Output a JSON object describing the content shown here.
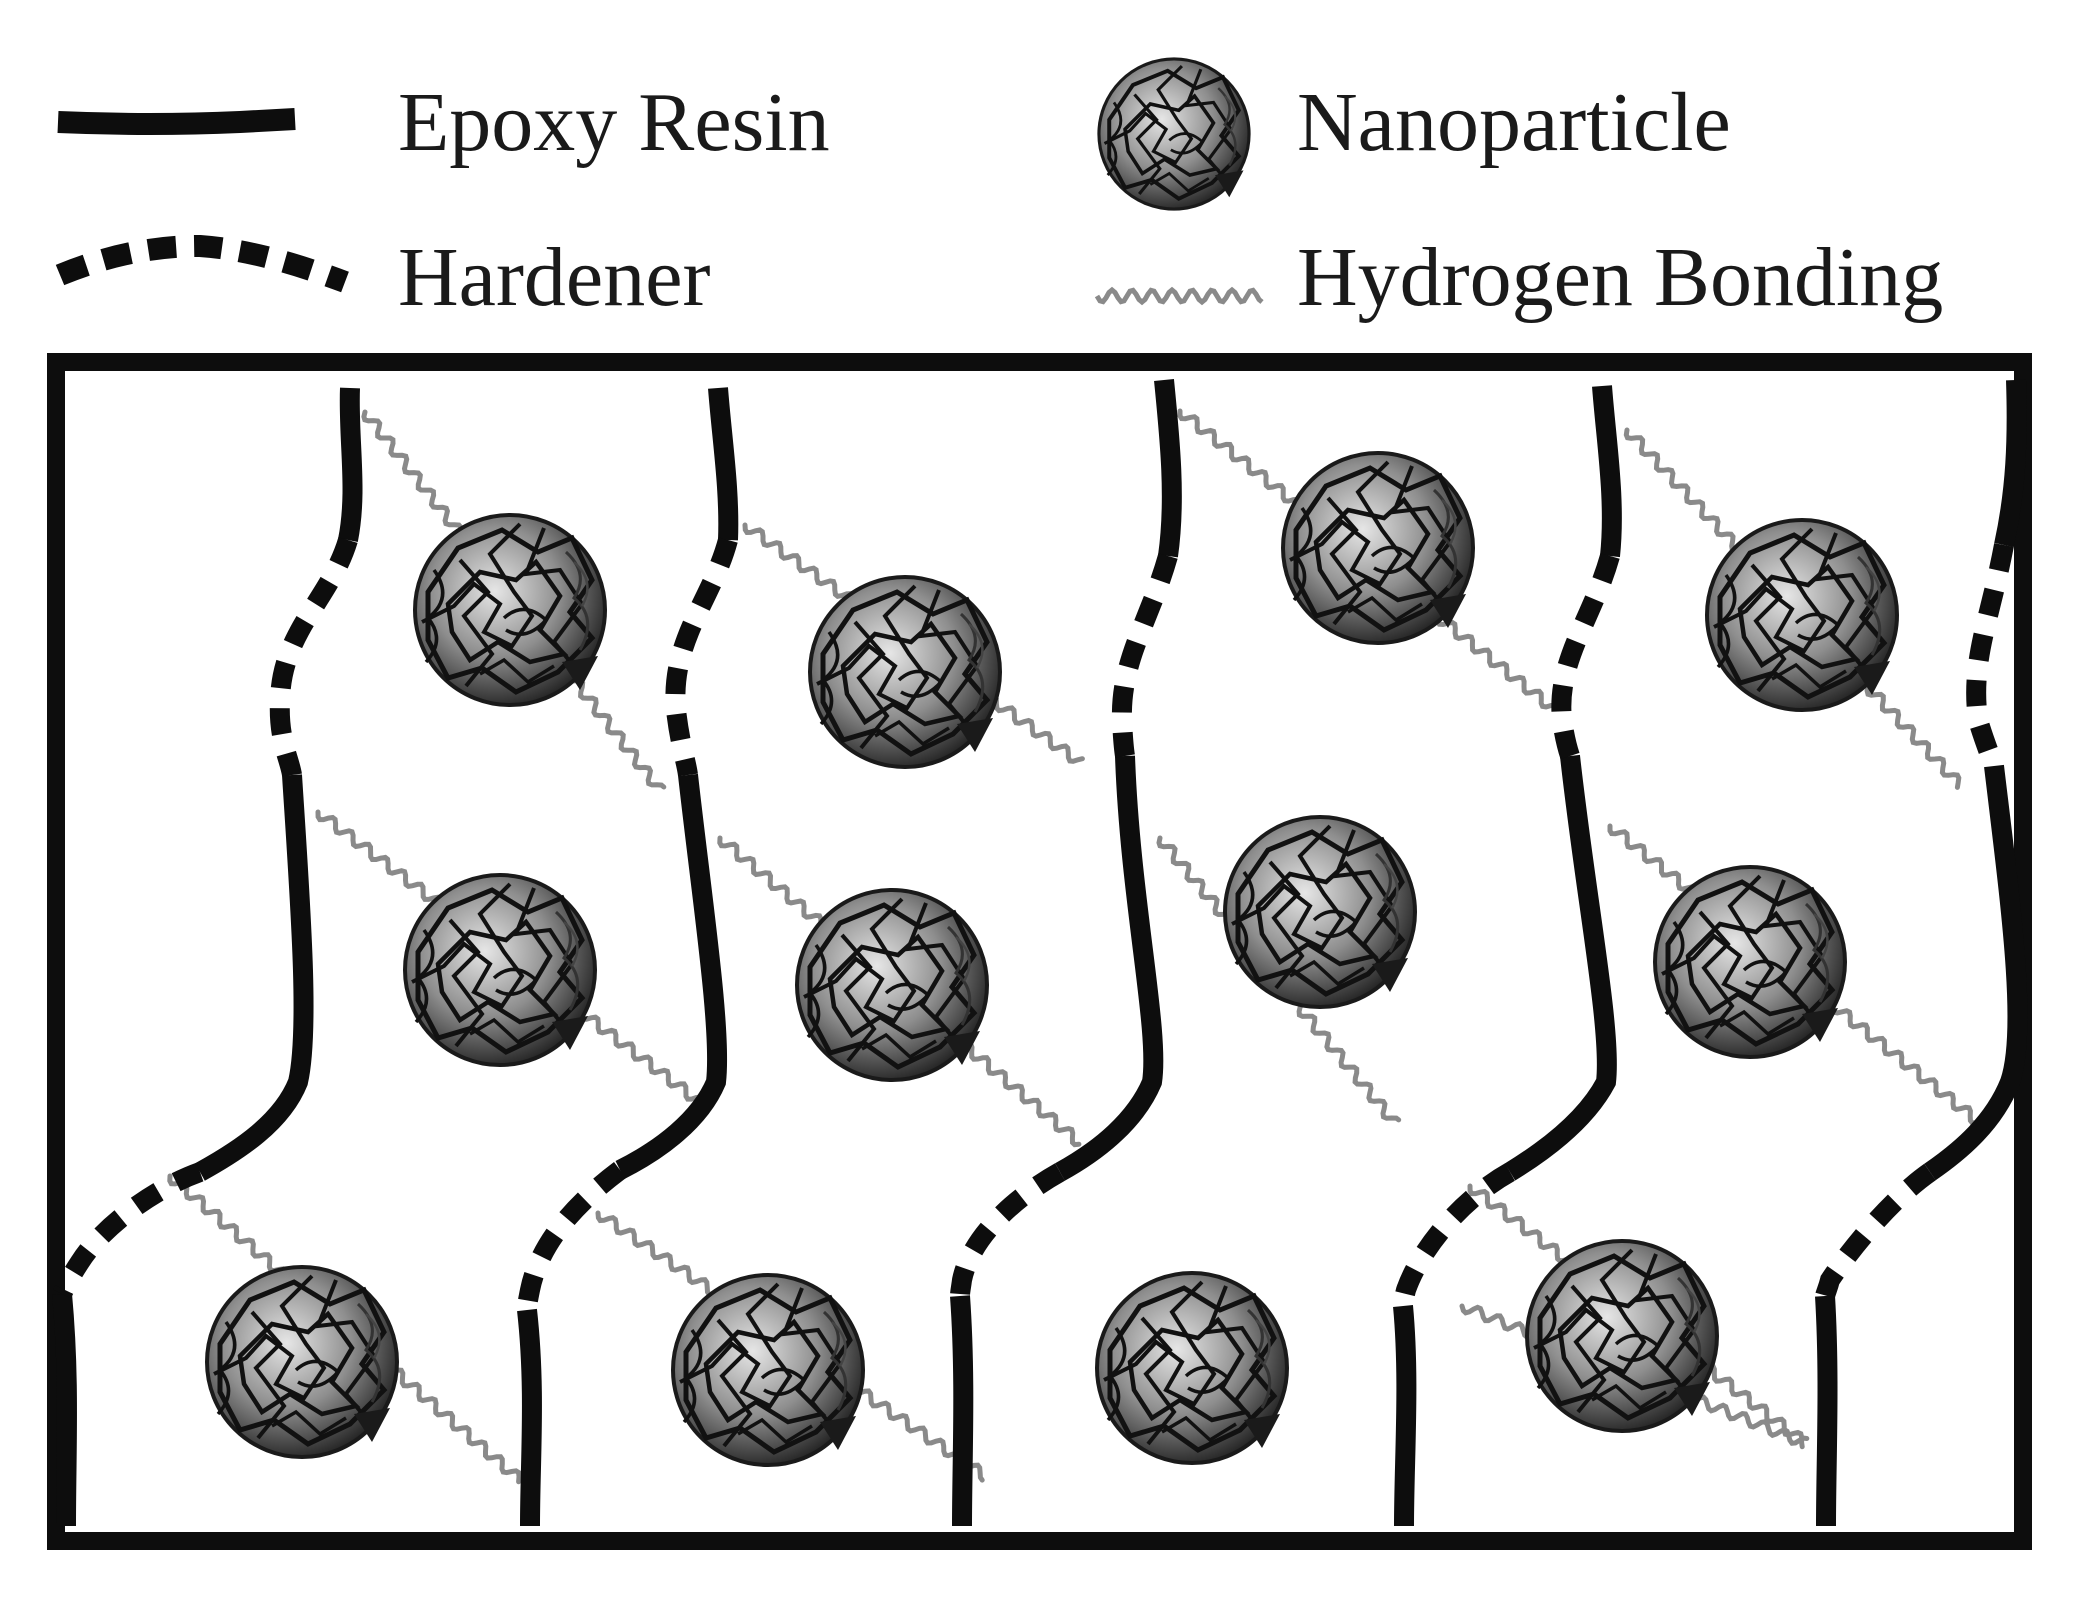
{
  "legend": {
    "epoxy_resin": "Epoxy Resin",
    "hardener": "Hardener",
    "nanoparticle": "Nanoparticle",
    "hydrogen_bonding": "Hydrogen Bonding"
  },
  "colors": {
    "epoxy_resin": "#0d0d0d",
    "hardener": "#0d0d0d",
    "hydrogen_bond": "#8a8a8a",
    "particle_light": "#e2e2e2",
    "particle_dark": "#2a2a2a",
    "frame": "#0d0d0d"
  }
}
